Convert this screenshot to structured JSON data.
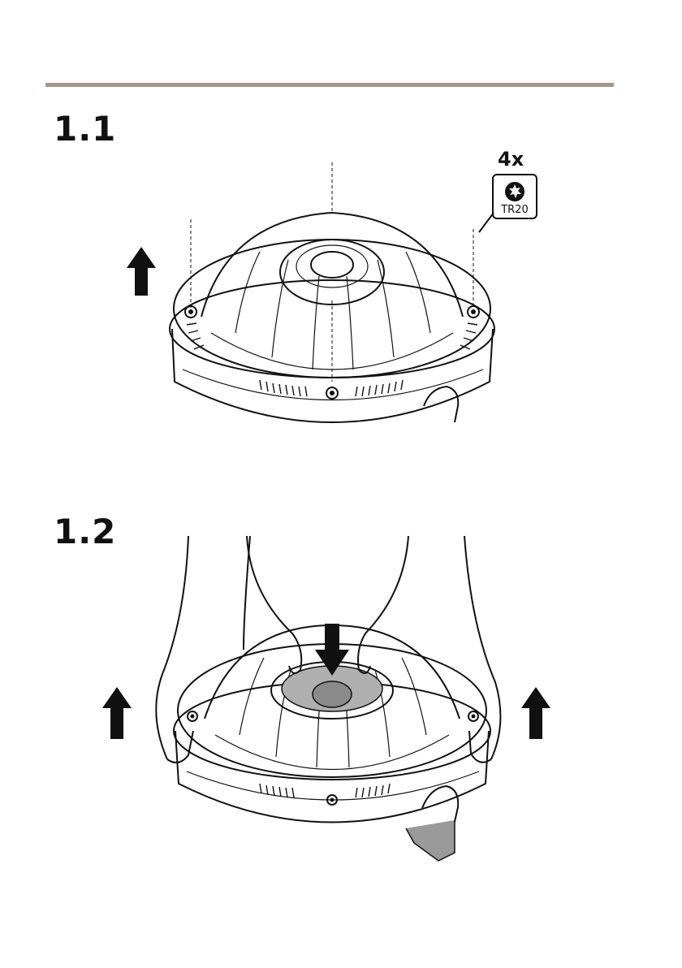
{
  "steps": [
    {
      "label": "1.1"
    },
    {
      "label": "1.2"
    }
  ],
  "tool": {
    "quantity": "4x",
    "bit": "TR20",
    "icon": "torx-bit-icon"
  },
  "colors": {
    "rule": "#a8958a",
    "line": "#111111",
    "shade": "#9a9a9a"
  }
}
